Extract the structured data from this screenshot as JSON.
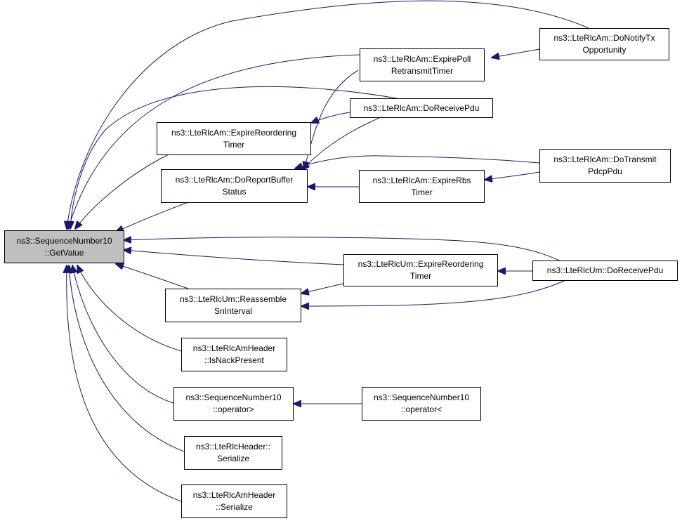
{
  "graph": {
    "nodes": {
      "root": {
        "line1": "ns3::SequenceNumber10",
        "line2": "::GetValue"
      },
      "notify": {
        "line1": "ns3::LteRlcAm::DoNotifyTx",
        "line2": "Opportunity"
      },
      "poll": {
        "line1": "ns3::LteRlcAm::ExpirePoll",
        "line2": "RetransmitTimer"
      },
      "recvpdu": {
        "line1": "ns3::LteRlcAm::DoReceivePdu",
        "line2": ""
      },
      "reorder": {
        "line1": "ns3::LteRlcAm::ExpireReordering",
        "line2": "Timer"
      },
      "report": {
        "line1": "ns3::LteRlcAm::DoReportBuffer",
        "line2": "Status"
      },
      "rbs": {
        "line1": "ns3::LteRlcAm::ExpireRbs",
        "line2": "Timer"
      },
      "transmit": {
        "line1": "ns3::LteRlcAm::DoTransmit",
        "line2": "PdcpPdu"
      },
      "umreorder": {
        "line1": "ns3::LteRlcUm::ExpireReordering",
        "line2": "Timer"
      },
      "umrecv": {
        "line1": "ns3::LteRlcUm::DoReceivePdu",
        "line2": ""
      },
      "reassemble": {
        "line1": "ns3::LteRlcUm::Reassemble",
        "line2": "SnInterval"
      },
      "nack": {
        "line1": "ns3::LteRlcAmHeader",
        "line2": "::IsNackPresent"
      },
      "opgt": {
        "line1": "ns3::SequenceNumber10",
        "line2": "::operator>"
      },
      "oplt": {
        "line1": "ns3::SequenceNumber10",
        "line2": "::operator<"
      },
      "rlcser": {
        "line1": "ns3::LteRlcHeader::",
        "line2": "Serialize"
      },
      "amser": {
        "line1": "ns3::LteRlcAmHeader",
        "line2": "::Serialize"
      }
    }
  },
  "colors": {
    "edge": "#191970",
    "root_fill": "#bfbfbf",
    "node_fill": "#ffffff",
    "border": "#000000"
  }
}
